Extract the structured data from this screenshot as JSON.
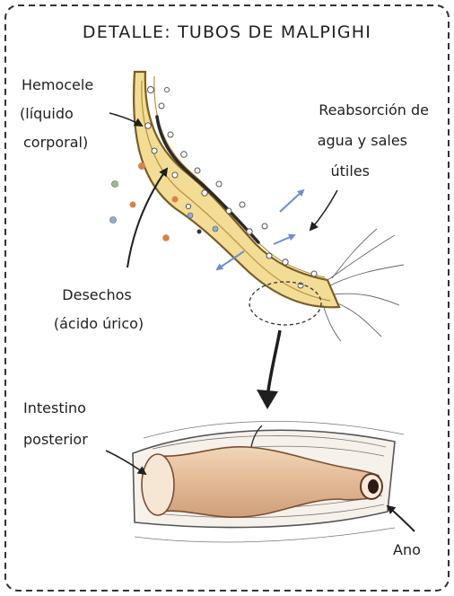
{
  "title": "DETALLE: TUBOS DE MALPIGHI",
  "labels": {
    "hemocele": [
      "Hemocele",
      "(líquido",
      "corporal)"
    ],
    "reabsorcion": [
      "Reabsorción de",
      "agua y sales",
      "útiles"
    ],
    "desechos": [
      "Desechos",
      "(ácido úrico)"
    ],
    "intestino": [
      "Intestino",
      "posterior"
    ],
    "ano": "Ano"
  },
  "colors": {
    "tube_fill": "#f3dc96",
    "tube_edge": "#7a5d22",
    "intestine_fill": "#eac9a6",
    "intestine_edge": "#7a4e33",
    "particle_orange": "#d9824a",
    "particle_blue": "#8ab1d6",
    "particle_green": "#9dbf86",
    "arrow_blue": "#6b8fd1",
    "ink": "#1f1f1f"
  }
}
